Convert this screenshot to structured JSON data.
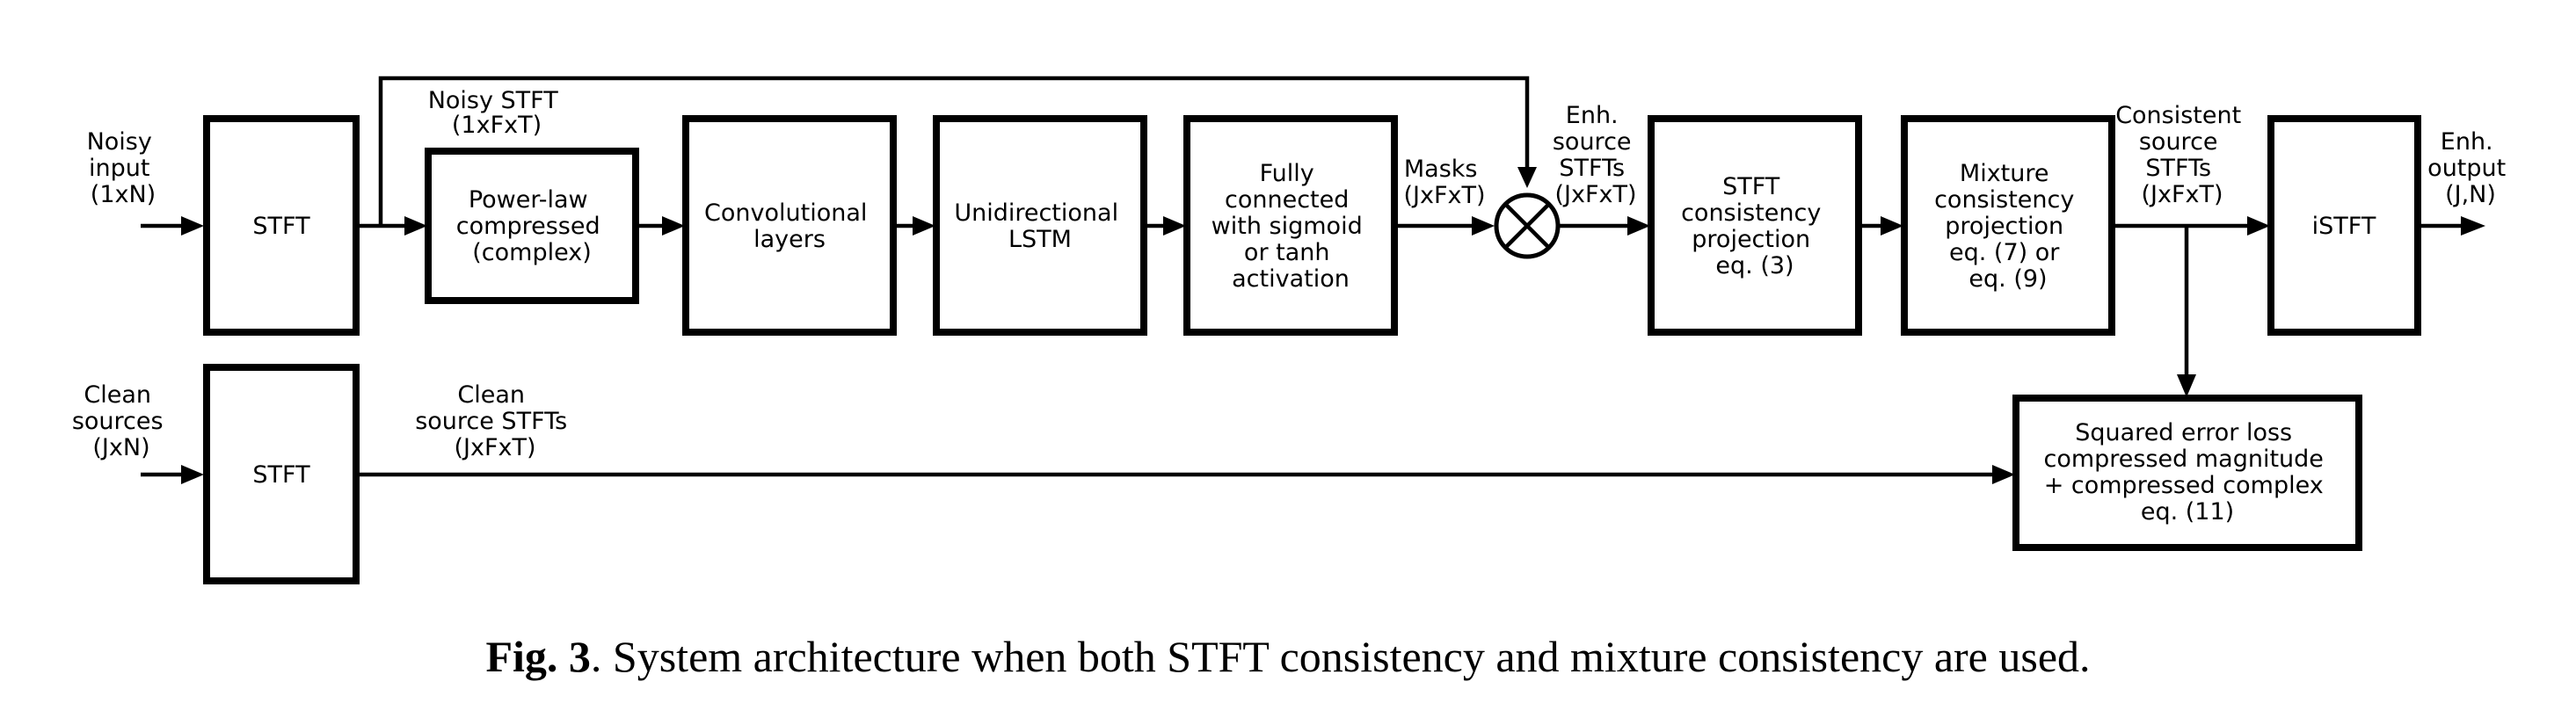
{
  "inputs": {
    "noisy": [
      "Noisy",
      "input",
      "(1xN)"
    ],
    "clean": [
      "Clean",
      "sources",
      "(JxN)"
    ]
  },
  "blocks": {
    "stft_top": [
      "STFT"
    ],
    "powerlaw": [
      "Power-law",
      "compressed",
      "(complex)"
    ],
    "conv": [
      "Convolutional",
      "layers"
    ],
    "lstm": [
      "Unidirectional",
      "LSTM"
    ],
    "fc": [
      "Fully",
      "connected",
      "with sigmoid",
      "or tanh",
      "activation"
    ],
    "stft_consistency": [
      "STFT",
      "consistency",
      "projection",
      "eq. (3)"
    ],
    "mixture": [
      "Mixture",
      "consistency",
      "projection",
      "eq. (7) or",
      "eq. (9)"
    ],
    "istft": [
      "iSTFT"
    ],
    "stft_bottom": [
      "STFT"
    ],
    "loss": [
      "Squared error loss",
      "compressed magnitude",
      "+ compressed complex",
      "eq. (11)"
    ]
  },
  "signals": {
    "noisy_stft": [
      "Noisy STFT",
      "(1xFxT)"
    ],
    "masks": [
      "Masks",
      "(JxFxT)"
    ],
    "enh_source": [
      "Enh.",
      "source",
      "STFTs",
      "(JxFxT)"
    ],
    "consistent": [
      "Consistent",
      "source",
      "STFTs",
      "(JxFxT)"
    ],
    "enh_output": [
      "Enh.",
      "output",
      "(J,N)"
    ],
    "clean_stfts": [
      "Clean",
      "source STFTs",
      "(JxFxT)"
    ]
  },
  "caption": {
    "label": "Fig. 3",
    "text": ". System architecture when both STFT consistency and mixture consistency are used."
  }
}
